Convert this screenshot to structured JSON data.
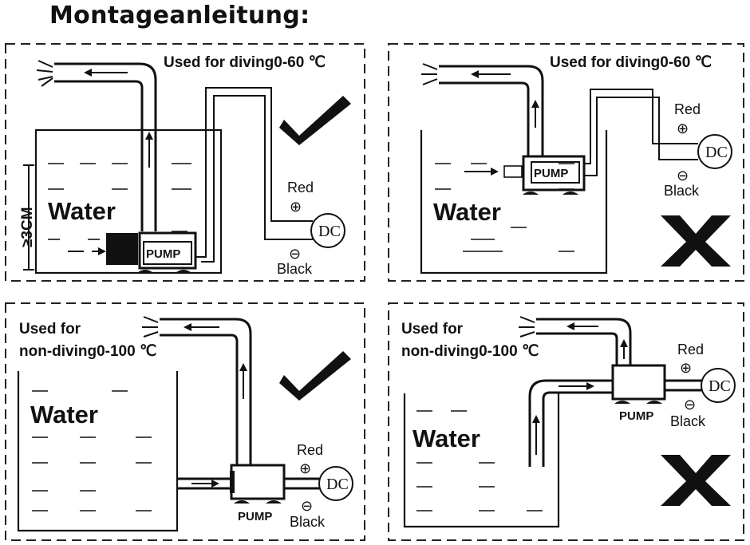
{
  "title": "Montageanleitung:",
  "panels": [
    {
      "caption_line1": "Used for diving0-60 ℃",
      "caption_line2": "",
      "water": "Water",
      "pump": "PUMP",
      "red": "Red",
      "black": "Black",
      "dc": "DC",
      "plus": "⊕",
      "minus": "⊖",
      "depth": "≥3CM",
      "verdict": "correct"
    },
    {
      "caption_line1": "Used for diving0-60 ℃",
      "caption_line2": "",
      "water": "Water",
      "pump": "PUMP",
      "red": "Red",
      "black": "Black",
      "dc": "DC",
      "plus": "⊕",
      "minus": "⊖",
      "verdict": "wrong"
    },
    {
      "caption_line1": "Used for",
      "caption_line2": "non-diving0-100 ℃",
      "water": "Water",
      "pump": "PUMP",
      "red": "Red",
      "black": "Black",
      "dc": "DC",
      "plus": "⊕",
      "minus": "⊖",
      "verdict": "correct"
    },
    {
      "caption_line1": "Used for",
      "caption_line2": "non-diving0-100 ℃",
      "water": "Water",
      "pump": "PUMP",
      "red": "Red",
      "black": "Black",
      "dc": "DC",
      "plus": "⊕",
      "minus": "⊖",
      "verdict": "wrong"
    }
  ]
}
